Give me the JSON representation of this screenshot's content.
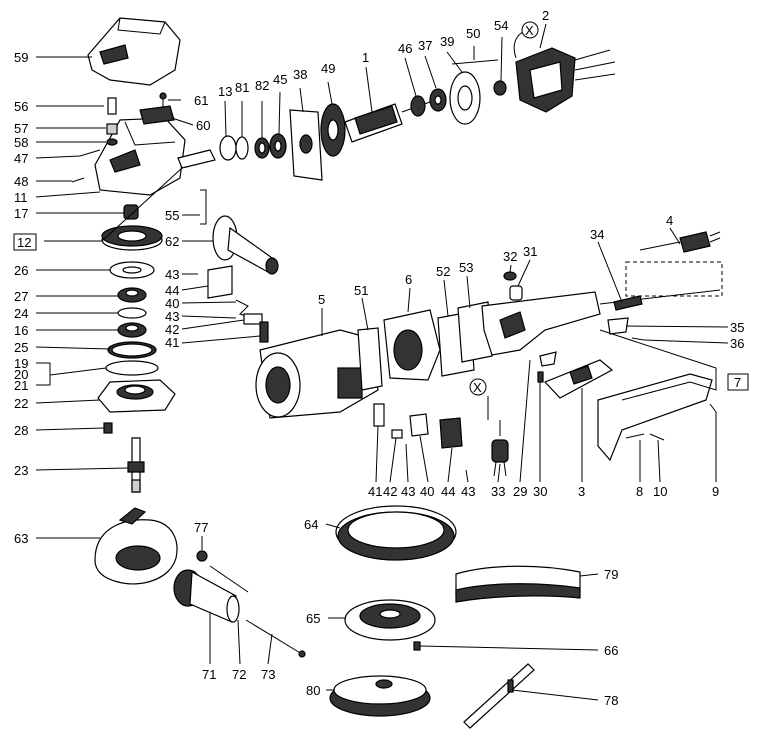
{
  "labels": [
    "59",
    "56",
    "61",
    "57",
    "60",
    "58",
    "47",
    "48",
    "11",
    "17",
    "12",
    "26",
    "27",
    "24",
    "16",
    "25",
    "19",
    "20",
    "21",
    "22",
    "28",
    "23",
    "63",
    "13",
    "81",
    "82",
    "45",
    "38",
    "49",
    "1",
    "46",
    "37",
    "39",
    "50",
    "54",
    "2",
    "55",
    "62",
    "43",
    "44",
    "40",
    "43",
    "42",
    "41",
    "5",
    "51",
    "6",
    "52",
    "53",
    "32",
    "31",
    "34",
    "4",
    "35",
    "36",
    "7",
    "41",
    "42",
    "43",
    "40",
    "44",
    "43",
    "33",
    "29",
    "30",
    "3",
    "8",
    "10",
    "9",
    "77",
    "71",
    "72",
    "73",
    "64",
    "65",
    "66",
    "80",
    "79",
    "78"
  ],
  "boxed": [
    "12",
    "7"
  ],
  "circled": [
    "X",
    "X"
  ]
}
